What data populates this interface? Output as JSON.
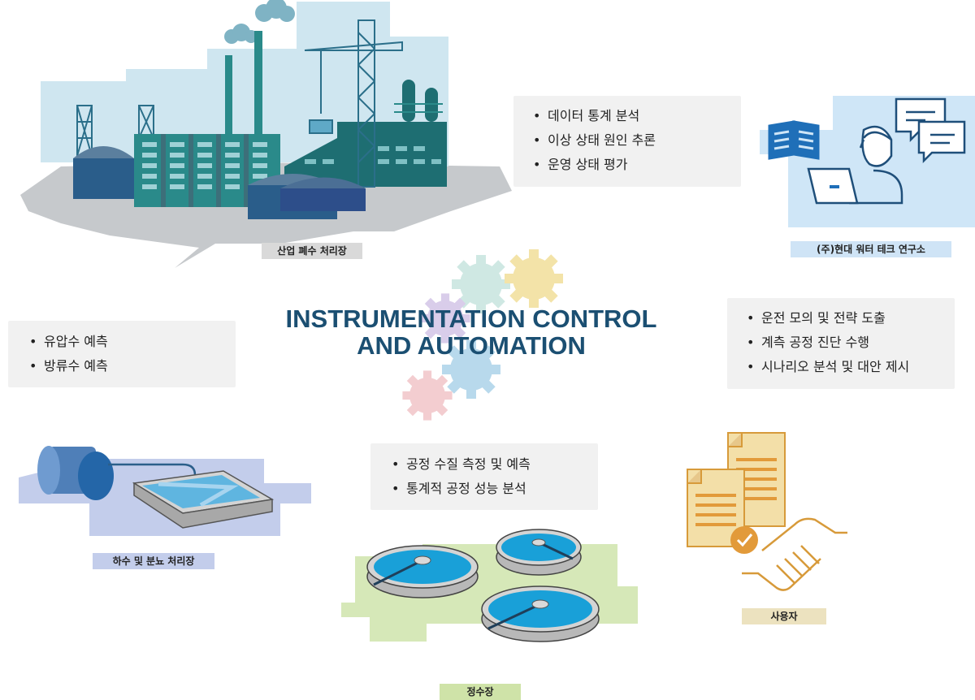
{
  "title": {
    "line1": "INSTRUMENTATION CONTROL",
    "line2": "AND AUTOMATION"
  },
  "nodes": {
    "industrial": {
      "label": "산업 폐수 처리장"
    },
    "lab": {
      "label": "(주)현대 워터 테크 연구소"
    },
    "sewage": {
      "label": "하수 및 분뇨 처리장"
    },
    "water": {
      "label": "정수장"
    },
    "user": {
      "label": "사용자"
    }
  },
  "cards": {
    "top": {
      "items": [
        "데이터 통계 분석",
        "이상 상태 원인 추론",
        "운영 상태 평가"
      ]
    },
    "left": {
      "items": [
        "유압수 예측",
        "방류수 예측"
      ]
    },
    "right": {
      "items": [
        "운전 모의 및 전략 도출",
        "계측 공정 진단 수행",
        "시나리오 분석 및 대안 제시"
      ]
    },
    "bottom": {
      "items": [
        "공정 수질 측정 및 예측",
        "통계적 공정 성능 분석"
      ]
    }
  },
  "colors": {
    "title": "#1b4f72",
    "gear_mint": "#cfe8e3",
    "gear_yellow": "#f3e3a8",
    "gear_lavender": "#d9cdea",
    "gear_blue": "#b8d9ec",
    "gear_pink": "#f3cdd0",
    "factory_teal": "#2a8a8a",
    "lab_bg": "#cfe6f7",
    "sewage_bg": "#c3cdeb",
    "water_bg": "#d6e8b8",
    "user_orange": "#e29a3a",
    "label_grey": "#d9d9d9",
    "label_blue": "#cfe4f6",
    "label_lavender": "#c3cdeb",
    "label_green": "#cfe3a8",
    "label_beige": "#ece2bf"
  },
  "icons": [
    "gear-icon",
    "factory-icon",
    "crane-icon",
    "book-icon",
    "chat-icon",
    "laptop-icon",
    "person-icon",
    "tank-icon",
    "basin-icon",
    "clarifier-icon",
    "document-icon",
    "check-icon",
    "handshake-icon"
  ]
}
